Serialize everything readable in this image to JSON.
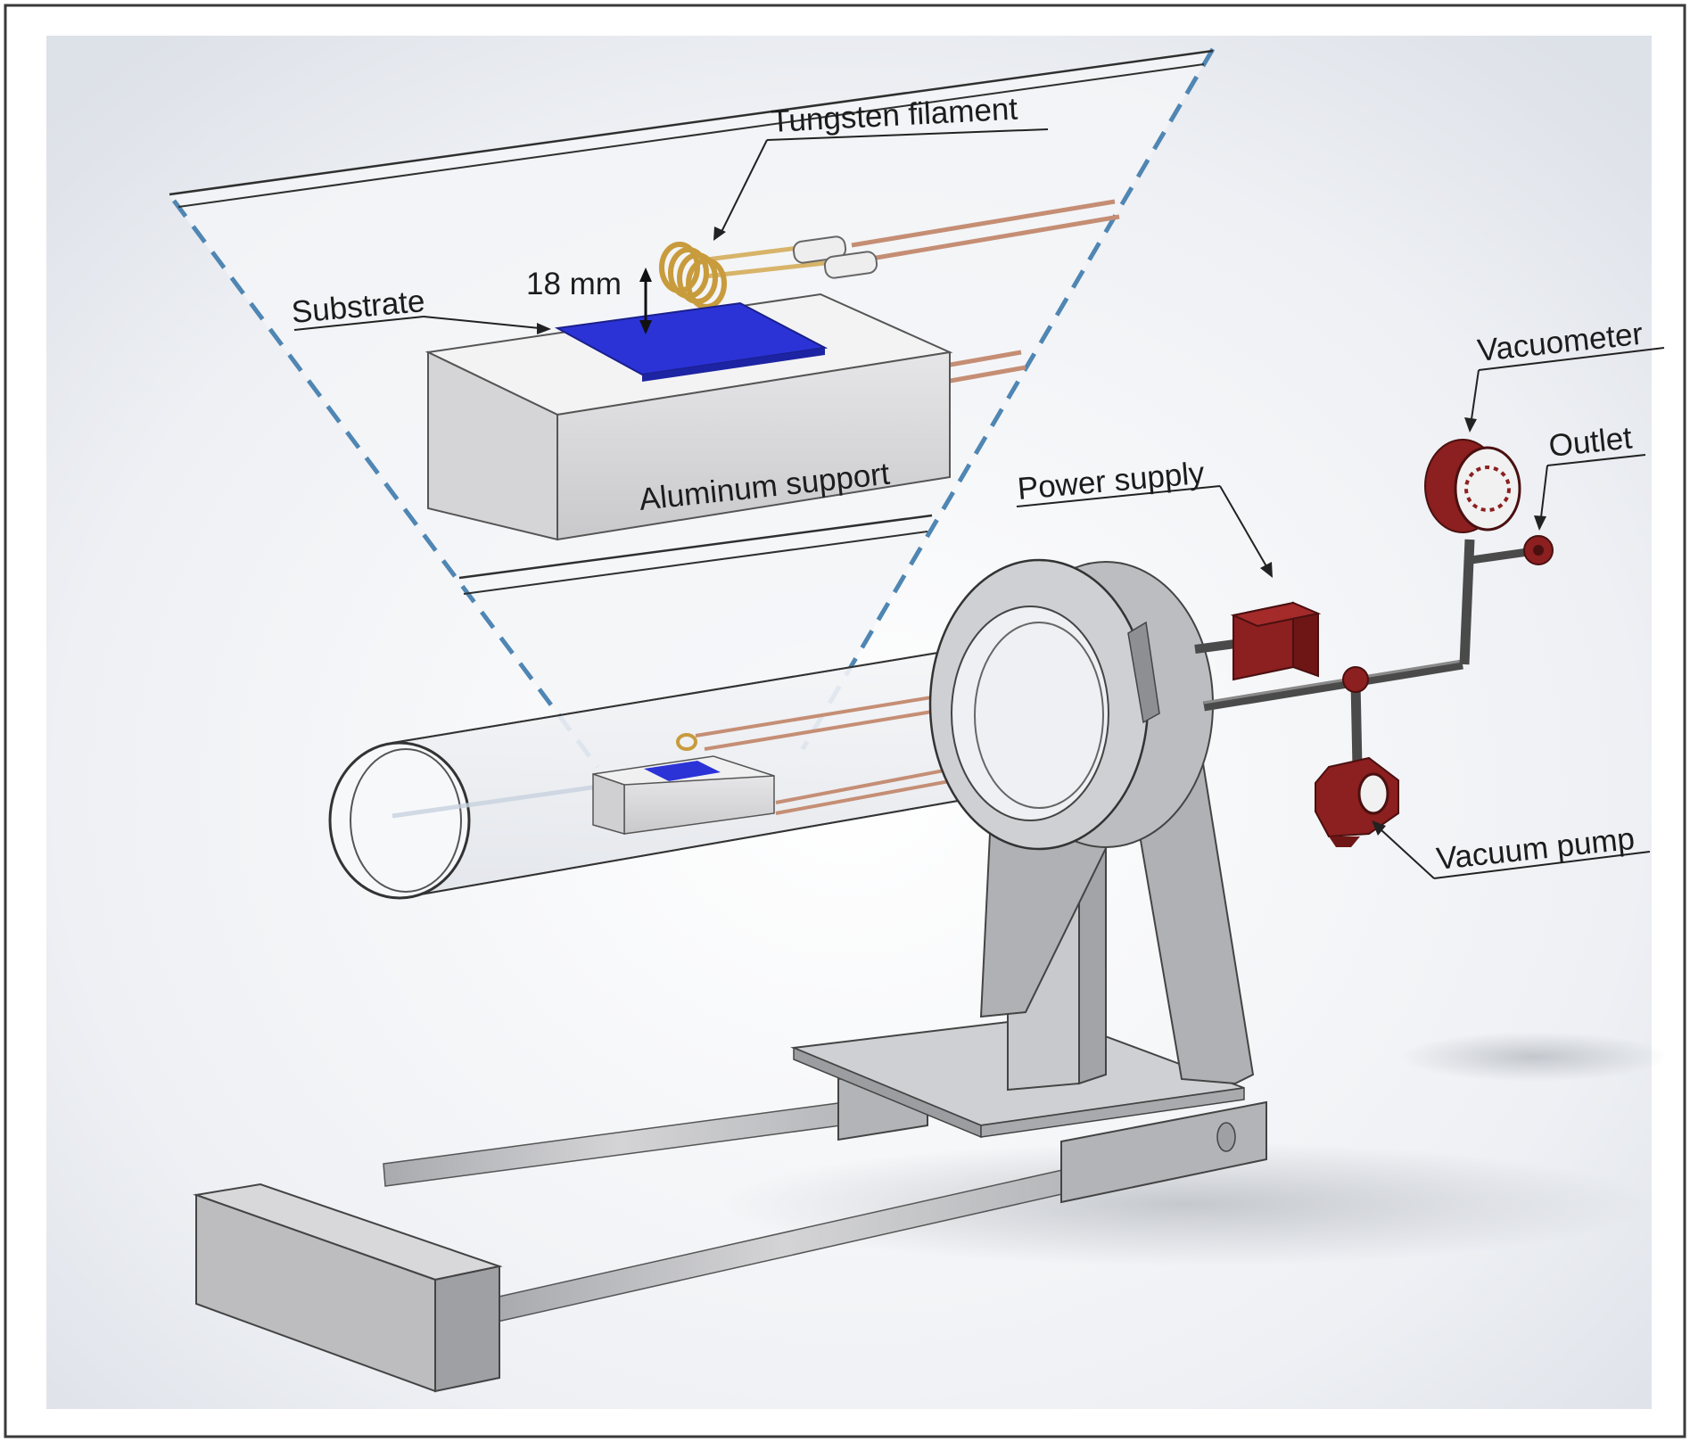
{
  "labels": {
    "tungsten_filament": "Tungsten filament",
    "substrate": "Substrate",
    "gap": "18 mm",
    "aluminum_support": "Aluminum support",
    "power_supply": "Power supply",
    "vacuometer": "Vacuometer",
    "outlet": "Outlet",
    "vacuum_pump": "Vacuum pump"
  },
  "colors": {
    "substrate": "#2b33d6",
    "metal": "#c9c9cc",
    "valve_red": "#8c1f1f",
    "copper_wire": "#c58e74",
    "filament": "#d7b46a",
    "zoom_lines": "#4f86b3"
  }
}
